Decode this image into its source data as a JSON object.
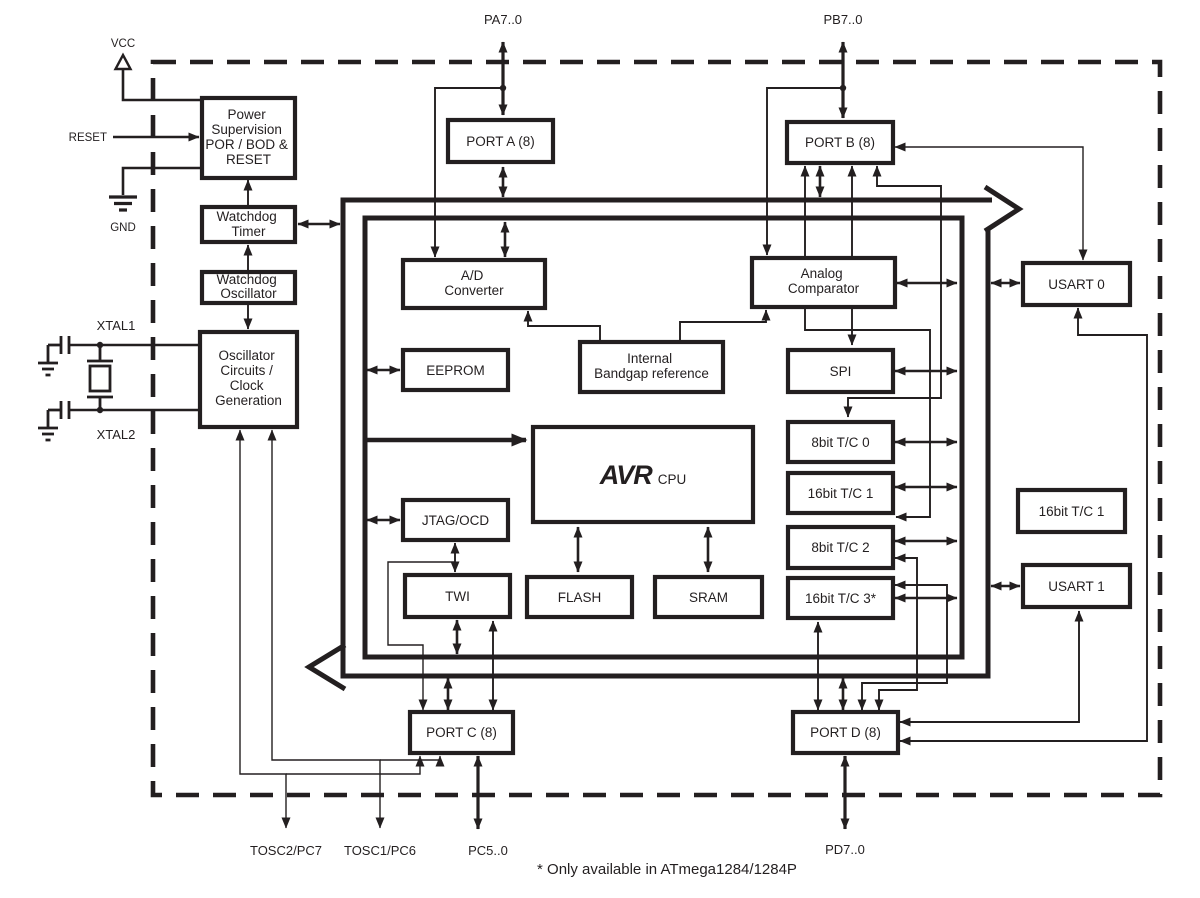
{
  "colors": {
    "ink": "#231f20",
    "background": "#ffffff"
  },
  "footnote": "* Only available in ATmega1284/1284P",
  "pins": {
    "vcc": "VCC",
    "reset": "RESET",
    "gnd": "GND",
    "xtal1": "XTAL1",
    "xtal2": "XTAL2",
    "pa": "PA7..0",
    "pb": "PB7..0",
    "tosc2": "TOSC2/PC7",
    "tosc1": "TOSC1/PC6",
    "pc": "PC5..0",
    "pd": "PD7..0"
  },
  "blocks": {
    "power": {
      "lines": [
        "Power",
        "Supervision",
        "POR / BOD &",
        "RESET"
      ]
    },
    "watchdog_timer": {
      "lines": [
        "Watchdog",
        "Timer"
      ]
    },
    "watchdog_oscillator": {
      "lines": [
        "Watchdog",
        "Oscillator"
      ]
    },
    "oscillator": {
      "lines": [
        "Oscillator",
        "Circuits /",
        "Clock",
        "Generation"
      ]
    },
    "port_a": {
      "label": "PORT A (8)"
    },
    "adc": {
      "lines": [
        "A/D",
        "Converter"
      ]
    },
    "eeprom": {
      "label": "EEPROM"
    },
    "bandgap": {
      "lines": [
        "Internal",
        "Bandgap reference"
      ]
    },
    "analog_comparator": {
      "lines": [
        "Analog",
        "Comparator"
      ]
    },
    "port_b": {
      "label": "PORT B (8)"
    },
    "usart0": {
      "label": "USART 0"
    },
    "cpu": {
      "brand": "AVR",
      "type": "CPU"
    },
    "jtag": {
      "label": "JTAG/OCD"
    },
    "twi": {
      "label": "TWI"
    },
    "flash": {
      "label": "FLASH"
    },
    "sram": {
      "label": "SRAM"
    },
    "spi": {
      "label": "SPI"
    },
    "tc0": {
      "label": "8bit T/C 0"
    },
    "tc1": {
      "label": "16bit T/C 1"
    },
    "tc2": {
      "label": "8bit T/C 2"
    },
    "tc3": {
      "label": "16bit T/C 3*"
    },
    "tc1_right": {
      "label": "16bit T/C 1"
    },
    "usart1": {
      "label": "USART 1"
    },
    "port_c": {
      "label": "PORT C (8)"
    },
    "port_d": {
      "label": "PORT D (8)"
    }
  }
}
